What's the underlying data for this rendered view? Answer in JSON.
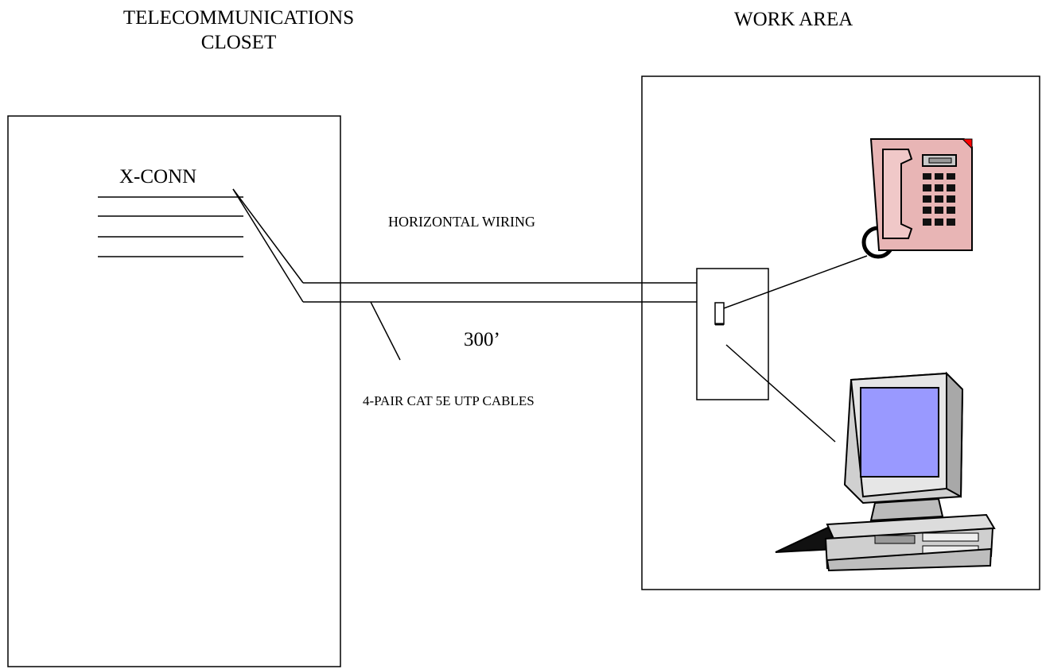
{
  "labels": {
    "closet_title_line1": "TELECOMMUNICATIONS",
    "closet_title_line2": "CLOSET",
    "work_area_title": "WORK AREA",
    "xconn": "X-CONN",
    "horizontal_wiring": "HORIZONTAL WIRING",
    "distance": "300’",
    "cable_type": "4-PAIR CAT 5E UTP CABLES"
  },
  "colors": {
    "line": "#000000",
    "phone_body": "#e8b5b5",
    "phone_corner": "#ff0000",
    "monitor_screen": "#9999ff",
    "computer_body": "#c8c8c8"
  },
  "icons": [
    "telephone-icon",
    "computer-icon",
    "wall-jack-icon"
  ]
}
